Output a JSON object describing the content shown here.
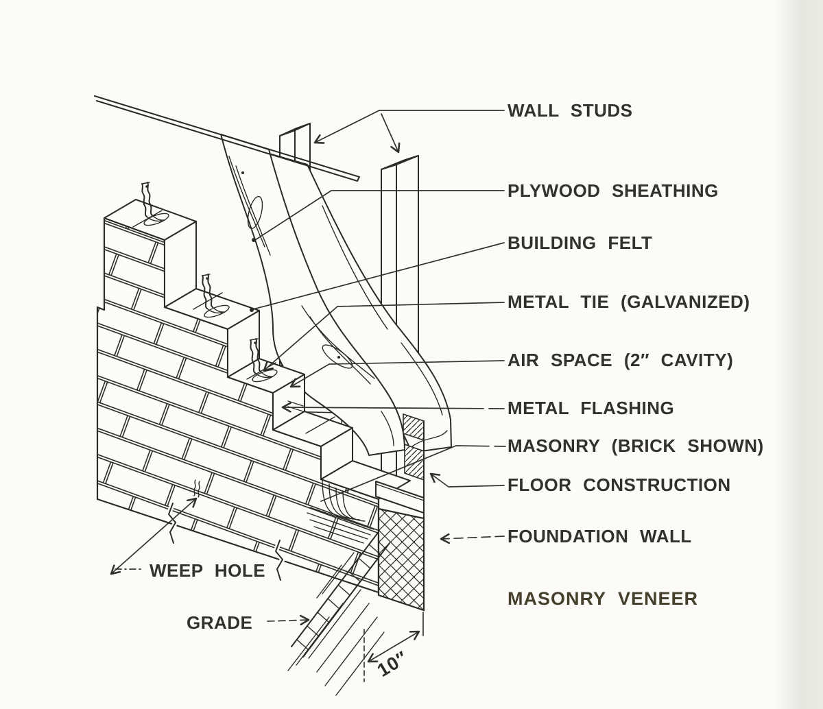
{
  "page": {
    "background": "#fcfbf8",
    "ink": "#2b2a24",
    "label_ink": "#33312c",
    "title_ink": "#453f2c"
  },
  "callouts": {
    "wall_studs": "WALL STUDS",
    "plywood_sheathing": "PLYWOOD SHEATHING",
    "building_felt": "BUILDING FELT",
    "metal_tie": "METAL TIE (GALVANIZED)",
    "air_space": "AIR SPACE (2″ CAVITY)",
    "metal_flashing": "METAL FLASHING",
    "masonry": "MASONRY (BRICK SHOWN)",
    "floor_construction": "FLOOR CONSTRUCTION",
    "foundation_wall": "FOUNDATION WALL",
    "weep_hole": "WEEP HOLE",
    "grade": "GRADE"
  },
  "figure_title": "MASONRY VENEER",
  "dimension_label": "10″"
}
